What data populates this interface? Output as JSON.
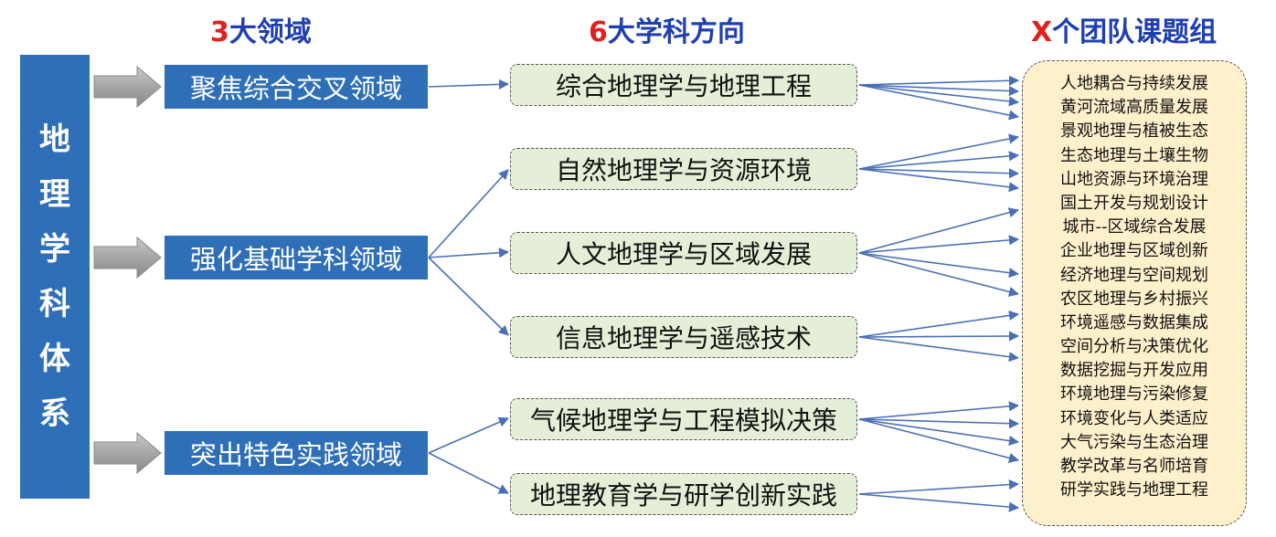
{
  "headings": {
    "domains": {
      "num": "3",
      "text": "大领域"
    },
    "directions": {
      "num": "6",
      "text": "大学科方向"
    },
    "teams": {
      "num": "X",
      "text": "个团队课题组"
    }
  },
  "root": {
    "chars": [
      "地",
      "理",
      "学",
      "科",
      "体",
      "系"
    ]
  },
  "domains": [
    {
      "label": "聚焦综合交叉领域"
    },
    {
      "label": "强化基础学科领域"
    },
    {
      "label": "突出特色实践领域"
    }
  ],
  "directions": [
    {
      "label": "综合地理学与地理工程"
    },
    {
      "label": "自然地理学与资源环境"
    },
    {
      "label": "人文地理学与区域发展"
    },
    {
      "label": "信息地理学与遥感技术"
    },
    {
      "label": "气候地理学与工程模拟决策"
    },
    {
      "label": "地理教育学与研学创新实践"
    }
  ],
  "teams": [
    "人地耦合与持续发展",
    "黄河流域高质量发展",
    "景观地理与植被生态",
    "生态地理与土壤生物",
    "山地资源与环境治理",
    "国土开发与规划设计",
    "城市--区域综合发展",
    "企业地理与区域创新",
    "经济地理与空间规划",
    "农区地理与乡村振兴",
    "环境遥感与数据集成",
    "空间分析与决策优化",
    "数据挖掘与开发应用",
    "环境地理与污染修复",
    "环境变化与人类适应",
    "大气污染与生态治理",
    "教学改革与名师培育",
    "研学实践与地理工程"
  ],
  "colors": {
    "domain_box": "#2e6fb8",
    "direction_fill": "#e5efd8",
    "team_fill": "#fff0cc",
    "arrow_line": "#4a6fb5",
    "heading": "#1f3fb0",
    "heading_number": "#e0201c",
    "block_arrow": "#a8a8a8"
  }
}
